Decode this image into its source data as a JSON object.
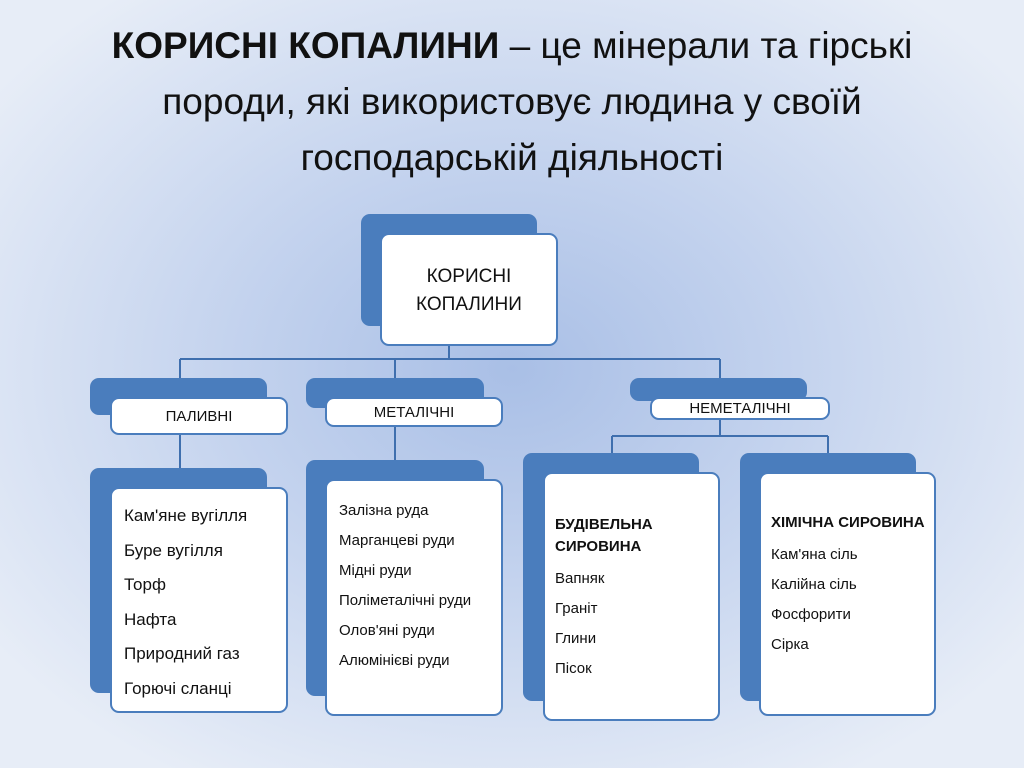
{
  "title": {
    "bold": "КОРИСНІ КОПАЛИНИ",
    "rest": " – це мінерали та гірські породи, які використовує людина у своїй господарській діяльності"
  },
  "root": {
    "label": "КОРИСНІ КОПАЛИНИ"
  },
  "categories": [
    {
      "label": "ПАЛИВНІ"
    },
    {
      "label": "МЕТАЛІЧНІ"
    },
    {
      "label": "НЕМЕТАЛІЧНІ"
    }
  ],
  "fuel_items": [
    "Кам'яне вугілля",
    "Буре вугілля",
    "Торф",
    "Нафта",
    "Природний газ",
    "Горючі сланці"
  ],
  "metal_items": [
    "Залізна руда",
    "Марганцеві руди",
    "Мідні руди",
    "Поліметалічні руди",
    "Олов'яні руди",
    "Алюмінієві  руди"
  ],
  "nonmetal_groups": [
    {
      "title": "БУДІВЕЛЬНА СИРОВИНА",
      "items": [
        "Вапняк",
        "Граніт",
        "Глини",
        "Пісок"
      ]
    },
    {
      "title": "ХІМІЧНА СИРОВИНА",
      "items": [
        "Кам'яна сіль",
        "Калійна сіль",
        "Фосфорити",
        "Сірка"
      ]
    }
  ],
  "colors": {
    "accent": "#4a7dbd",
    "box_fill": "#ffffff",
    "connector": "#3f6fae"
  }
}
